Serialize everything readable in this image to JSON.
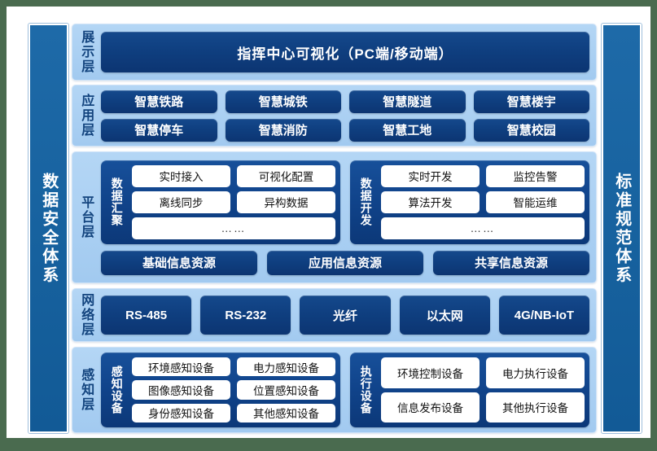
{
  "pillars": {
    "left": "数据安全体系",
    "right": "标准规范体系"
  },
  "layers": {
    "display": {
      "label": "展示层",
      "item": "指挥中心可视化（PC端/移动端）"
    },
    "application": {
      "label": "应用层",
      "items": [
        "智慧铁路",
        "智慧城铁",
        "智慧隧道",
        "智慧楼宇",
        "智慧停车",
        "智慧消防",
        "智慧工地",
        "智慧校园"
      ]
    },
    "platform": {
      "label": "平台层",
      "groups": [
        {
          "title": "数据汇聚",
          "items": [
            "实时接入",
            "可视化配置",
            "离线同步",
            "异构数据"
          ],
          "more": "……"
        },
        {
          "title": "数据开发",
          "items": [
            "实时开发",
            "监控告警",
            "算法开发",
            "智能运维"
          ],
          "more": "……"
        }
      ],
      "resources": [
        "基础信息资源",
        "应用信息资源",
        "共享信息资源"
      ]
    },
    "network": {
      "label": "网络层",
      "items": [
        "RS-485",
        "RS-232",
        "光纤",
        "以太网",
        "4G/NB-IoT"
      ]
    },
    "perception": {
      "label": "感知层",
      "groups": [
        {
          "title": "感知设备",
          "items": [
            "环境感知设备",
            "电力感知设备",
            "图像感知设备",
            "位置感知设备",
            "身份感知设备",
            "其他感知设备"
          ]
        },
        {
          "title": "执行设备",
          "items": [
            "环境控制设备",
            "电力执行设备",
            "信息发布设备",
            "其他执行设备"
          ]
        }
      ]
    }
  },
  "colors": {
    "pillar": "#17629f",
    "band_bg": "#a8cdf0",
    "pill_dark": "#0f3f80",
    "group_box": "#10438a",
    "white_box": "#ffffff",
    "page_bg": "#4a6b4f"
  }
}
